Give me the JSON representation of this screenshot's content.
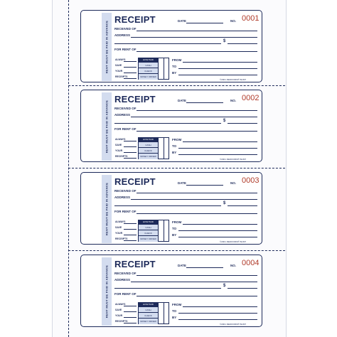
{
  "receipts": [
    {
      "title": "RECEIPT",
      "number": "0001",
      "date_label": "DATE",
      "no_label": "NO.",
      "received_of_label": "RECEIVED OF",
      "address_label": "ADDRESS",
      "dollar_sign": "$",
      "for_rent_label": "FOR RENT OF",
      "always_label": "ALWAYS",
      "save_label": "SAVE",
      "your_label": "YOUR",
      "receipts_label": "RECEIPTS",
      "how_paid_label": "HOW PAID",
      "cash_label": "CASH",
      "check_label": "CHECK",
      "money_order_label": "MONEY ORDER",
      "from_label": "FROM",
      "to_label": "TO",
      "by_label": "BY",
      "footer": "©2001 REDIFORM® 8L807",
      "side_text": "RENT MUST BE PAID IN ADVANCE"
    },
    {
      "title": "RECEIPT",
      "number": "0002",
      "date_label": "DATE",
      "no_label": "NO.",
      "received_of_label": "RECEIVED OF",
      "address_label": "ADDRESS",
      "dollar_sign": "$",
      "for_rent_label": "FOR RENT OF",
      "always_label": "ALWAYS",
      "save_label": "SAVE",
      "your_label": "YOUR",
      "receipts_label": "RECEIPTS",
      "how_paid_label": "HOW PAID",
      "cash_label": "CASH",
      "check_label": "CHECK",
      "money_order_label": "MONEY ORDER",
      "from_label": "FROM",
      "to_label": "TO",
      "by_label": "BY",
      "footer": "©2001 REDIFORM® 8L807",
      "side_text": "RENT MUST BE PAID IN ADVANCE"
    },
    {
      "title": "RECEIPT",
      "number": "0003",
      "date_label": "DATE",
      "no_label": "NO.",
      "received_of_label": "RECEIVED OF",
      "address_label": "ADDRESS",
      "dollar_sign": "$",
      "for_rent_label": "FOR RENT OF",
      "always_label": "ALWAYS",
      "save_label": "SAVE",
      "your_label": "YOUR",
      "receipts_label": "RECEIPTS",
      "how_paid_label": "HOW PAID",
      "cash_label": "CASH",
      "check_label": "CHECK",
      "money_order_label": "MONEY ORDER",
      "from_label": "FROM",
      "to_label": "TO",
      "by_label": "BY",
      "footer": "©2001 REDIFORM® 8L807",
      "side_text": "RENT MUST BE PAID IN ADVANCE"
    },
    {
      "title": "RECEIPT",
      "number": "0004",
      "date_label": "DATE",
      "no_label": "NO.",
      "received_of_label": "RECEIVED OF",
      "address_label": "ADDRESS",
      "dollar_sign": "$",
      "for_rent_label": "FOR RENT OF",
      "always_label": "ALWAYS",
      "save_label": "SAVE",
      "your_label": "YOUR",
      "receipts_label": "RECEIPTS",
      "how_paid_label": "HOW PAID",
      "cash_label": "CASH",
      "check_label": "CHECK",
      "money_order_label": "MONEY ORDER",
      "from_label": "FROM",
      "to_label": "TO",
      "by_label": "BY",
      "footer": "©2001 REDIFORM® 8L807",
      "side_text": "RENT MUST BE PAID IN ADVANCE"
    }
  ],
  "colors": {
    "ink": "#1d2a5a",
    "number": "#b03b2a",
    "panel": "#d3dcef"
  }
}
